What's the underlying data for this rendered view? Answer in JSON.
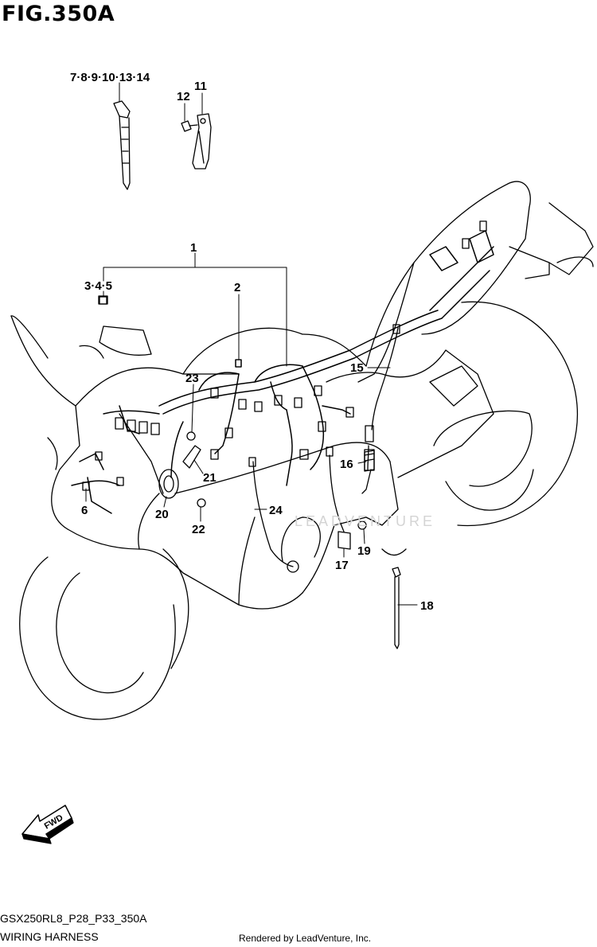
{
  "figure": {
    "title": "FIG.350A",
    "code": "GSX250RL8_P28_P33_350A",
    "name": "WIRING HARNESS",
    "rendered_by": "Rendered by LeadVenture, Inc.",
    "watermark": "LEADVENTURE",
    "fwd_label": "FWD"
  },
  "callouts": [
    "7·8·9·10·13·14",
    "11",
    "12",
    "1",
    "3·4·5",
    "2",
    "15",
    "23",
    "16",
    "21",
    "24",
    "6",
    "20",
    "22",
    "19",
    "17",
    "18"
  ]
}
